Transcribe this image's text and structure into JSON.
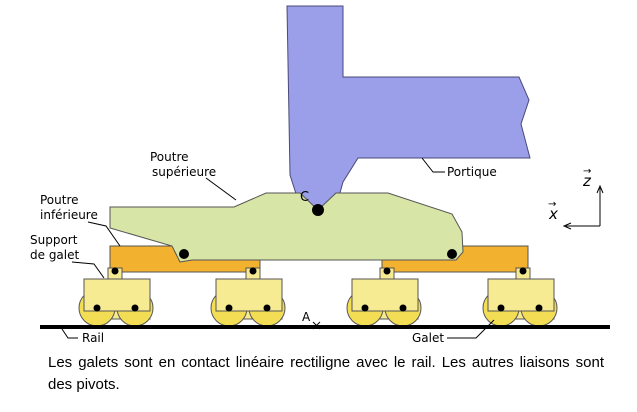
{
  "labels": {
    "point_c": "C",
    "poutre_superieure": [
      "Poutre",
      "supérieure"
    ],
    "poutre_inferieure": [
      "Poutre",
      "inférieure"
    ],
    "support_galet": [
      "Support",
      "de galet"
    ],
    "portique": "Portique",
    "point_a": "A",
    "rail": "Rail",
    "galet": "Galet",
    "axis_z": "z",
    "axis_x": "x"
  },
  "caption": "Les galets sont en contact linéaire rectiligne avec le rail. Les autres liaisons sont des pivots.",
  "colors": {
    "portique": "#9b9ee8",
    "poutre_superieure": "#d7e5a6",
    "poutre_inferieure": "#f2b12e",
    "support_galet": "#f6ea93",
    "galet": "#f2dd55",
    "rail": "#000000"
  }
}
